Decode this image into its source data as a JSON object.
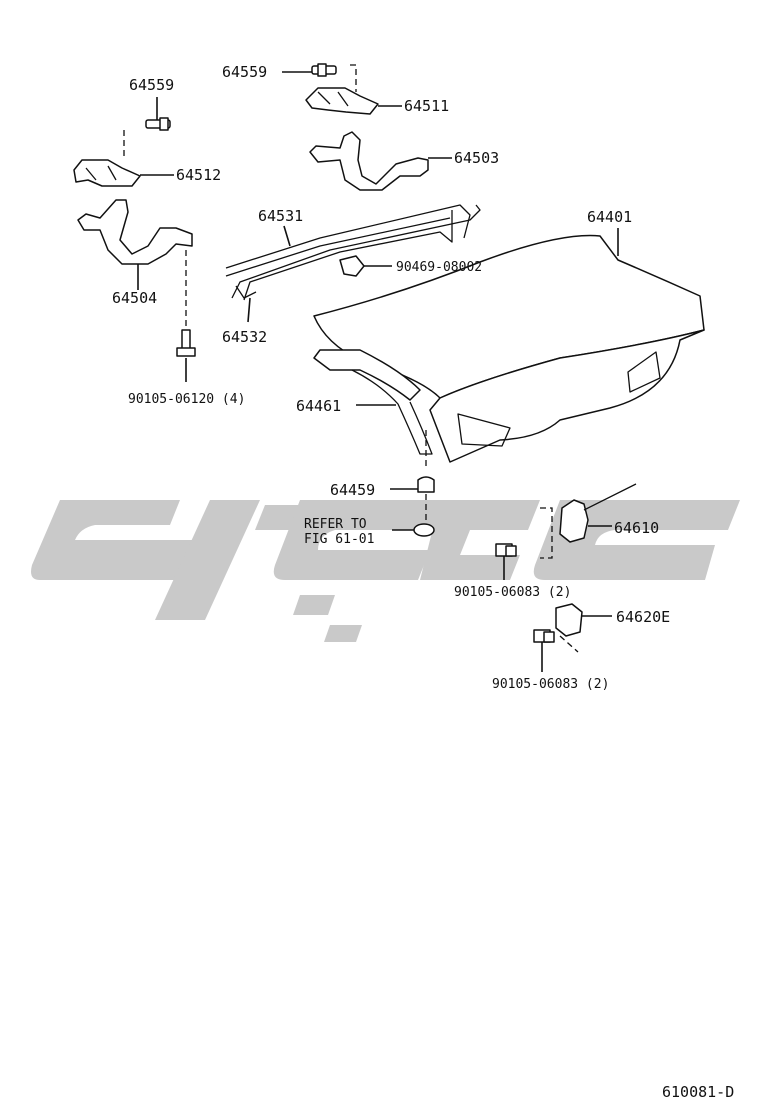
{
  "labels": {
    "p64559_top": "64559",
    "p64511": "64511",
    "p64559_left": "64559",
    "p64503": "64503",
    "p64512": "64512",
    "p64531": "64531",
    "p64401": "64401",
    "p90469": "90469-08002",
    "p64504": "64504",
    "p64532": "64532",
    "p90105_06120": "90105-06120 (4)",
    "p64461": "64461",
    "p64459": "64459",
    "refer_line1": "REFER TO",
    "refer_line2": "FIG 61-01",
    "p64610": "64610",
    "p90105_06083_a": "90105-06083 (2)",
    "p64620E": "64620E",
    "p90105_06083_b": "90105-06083 (2)"
  },
  "figure_code": "610081-D"
}
